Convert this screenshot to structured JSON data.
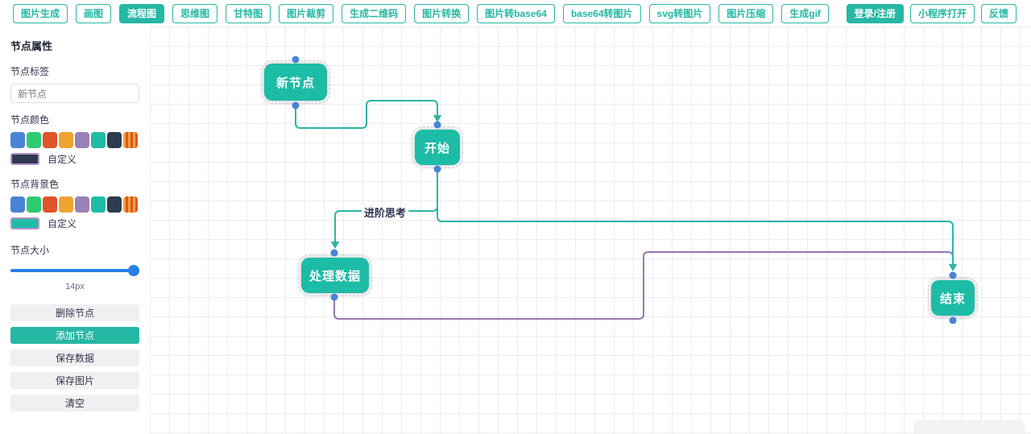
{
  "colors": {
    "accent": "#25b8a4",
    "node_fill": "#1dbca6",
    "edge_teal": "#2cb5a5",
    "edge_purple": "#9678b4",
    "dot_blue": "#4a83d8",
    "slider_blue": "#2680eb"
  },
  "toolbar": {
    "buttons": [
      {
        "label": "图片生成"
      },
      {
        "label": "画图"
      },
      {
        "label": "流程图"
      },
      {
        "label": "思维图"
      },
      {
        "label": "甘特图"
      },
      {
        "label": "图片裁剪"
      },
      {
        "label": "生成二维码"
      },
      {
        "label": "图片转换"
      },
      {
        "label": "图片转base64"
      },
      {
        "label": "base64转图片"
      },
      {
        "label": "svg转图片"
      },
      {
        "label": "图片压缩"
      },
      {
        "label": "生成gif"
      }
    ],
    "right_buttons": [
      {
        "label": "登录/注册"
      },
      {
        "label": "小程序打开"
      },
      {
        "label": "反馈"
      }
    ]
  },
  "sidebar": {
    "title": "节点属性",
    "node_label_label": "节点标签",
    "node_label_value": "新节点",
    "node_color_label": "节点颜色",
    "node_bg_label": "节点背景色",
    "custom_label": "自定义",
    "node_colors": [
      "#4a83d8",
      "#2ecc71",
      "#e0532b",
      "#f0a330",
      "#9b82b6",
      "#1fbca6",
      "#2e3b4e",
      "stripe"
    ],
    "custom_color_value": "#2e3b4e",
    "custom_bg_value": "#1fbca6",
    "node_size_label": "节点大小",
    "node_size_value": "14px",
    "buttons": [
      {
        "label": "删除节点"
      },
      {
        "label": "添加节点"
      },
      {
        "label": "保存数据"
      },
      {
        "label": "保存图片"
      },
      {
        "label": "清空"
      }
    ]
  },
  "canvas": {
    "nodes": [
      {
        "label": "新节点"
      },
      {
        "label": "开始"
      },
      {
        "label": "处理数据"
      },
      {
        "label": "结束"
      }
    ],
    "edge_label": "进阶思考"
  }
}
